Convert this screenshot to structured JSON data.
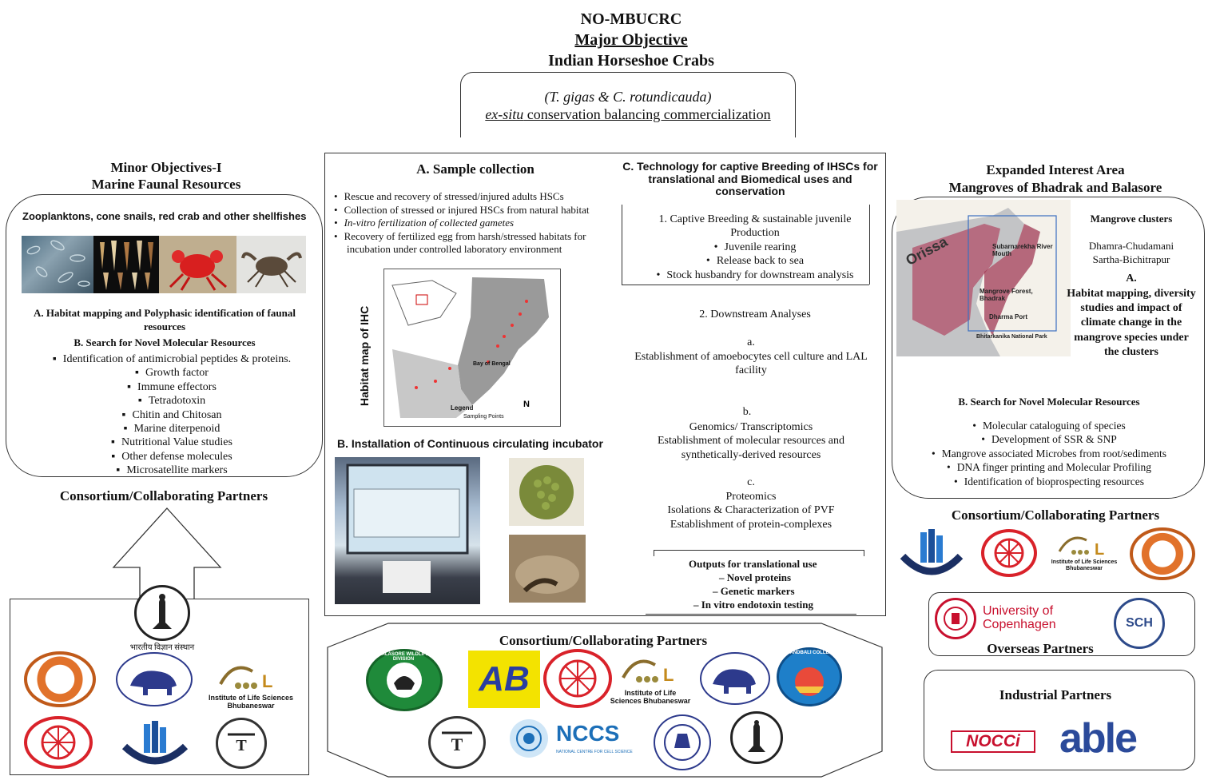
{
  "header": {
    "line1": "NO-MBUCRC",
    "line2": "Major Objective",
    "line3": "Indian Horseshoe Crabs",
    "species": "(T. gigas & C. rotundicauda)",
    "exsitu": "ex-situ",
    "goal_rest": " conservation balancing commercialization"
  },
  "left": {
    "title1": "Minor Objectives-I",
    "title2": "Marine Faunal Resources",
    "subtitle": "Zooplanktons, cone snails, red crab and other shellfishes",
    "a_heading": "A. Habitat mapping and Polyphasic identification of faunal resources",
    "b_heading": "B. Search for Novel Molecular  Resources",
    "items": [
      "Identification of antimicrobial peptides & proteins.",
      "Growth factor",
      "Immune effectors",
      "Tetradotoxin",
      "Chitin and Chitosan",
      "Marine diterpenoid",
      "Nutritional Value studies",
      "Other defense molecules",
      "Microsatellite markers"
    ],
    "partners_title": "Consortium/Collaborating Partners",
    "logo_caption_iisc": "भारतीय विज्ञान संस्थान",
    "logo_caption_ils": "Institute of Life Sciences Bhubaneswar"
  },
  "center": {
    "a_title": "A. Sample collection",
    "a_items": [
      "Rescue and recovery of stressed/injured adults HSCs",
      "Collection of stressed or injured HSCs from natural habitat",
      "In-vitro fertilization of collected gametes",
      "Recovery of fertilized egg from harsh/stressed habitats for incubation under controlled laboratory environment"
    ],
    "map_label": "Habitat map of IHC",
    "map_legend": "Legend",
    "map_sampling": "Sampling Points",
    "map_bay": "Bay of Bengal",
    "b_title": "B. Installation of Continuous circulating incubator",
    "c_title": "C. Technology for captive Breeding of IHSCs for translational and Biomedical uses and conservation",
    "c1_line1": "1. Captive Breeding &  sustainable juvenile",
    "c1_line2": "Production",
    "c1_items": [
      "Juvenile rearing",
      "Release back to sea",
      "Stock husbandry for downstream analysis"
    ],
    "c2": "2. Downstream Analyses",
    "ca_label": "a.",
    "ca_text": "Establishment of amoebocytes cell culture and LAL facility",
    "cb_label": "b.",
    "cb_line1": "Genomics/ Transcriptomics",
    "cb_line2": "Establishment of molecular resources and synthetically-derived resources",
    "cc_label": "c.",
    "cc_line1": "Proteomics",
    "cc_line2": "Isolations & Characterization of PVF",
    "cc_line3": "Establishment of protein-complexes",
    "out_title": "Outputs for translational use",
    "out_items": [
      "– Novel proteins",
      "– Genetic markers",
      "– In vitro endotoxin  testing"
    ]
  },
  "bottom": {
    "partners_title": "Consortium/Collaborating Partners",
    "balasore_text": "BALASORE WILDLIFE DIVISION",
    "ab_text": "AB",
    "chandbali_text": "CHANDBALI COLLEGE",
    "nccs_text": "NCCS",
    "nccs_sub": "NATIONAL CENTRE FOR CELL SCIENCE",
    "ils_caption": "Institute of Life Sciences Bhubaneswar"
  },
  "right": {
    "title1": "Expanded Interest Area",
    "title2": "Mangroves of Bhadrak and Balasore",
    "map_orissa": "Orissa",
    "map_l1": "Subarnarekha River Mouth",
    "map_l2": "Mangrove Forest, Bhadrak",
    "map_l3": "Dharma Port",
    "map_l4": "Bhitarkanika National Park",
    "clusters_title": "Mangrove clusters",
    "cluster1": "Dhamra-Chudamani",
    "cluster2": "Sartha-Bichitrapur",
    "a_label": "A.",
    "a_text": "Habitat mapping, diversity studies and impact of climate change in the mangrove species under the clusters",
    "b_heading": "B. Search for Novel Molecular  Resources",
    "items": [
      "Molecular cataloguing of species",
      "Development of  SSR & SNP",
      "Mangrove associated  Microbes  from root/sediments",
      "DNA finger printing and Molecular Profiling",
      "Identification of bioprospecting resources"
    ],
    "partners_title": "Consortium/Collaborating Partners",
    "ils_caption": "Institute of Life Sciences Bhubaneswar",
    "copenhagen1": "University of",
    "copenhagen2": "Copenhagen",
    "sch_text": "SCH",
    "overseas": "Overseas Partners",
    "industrial": "Industrial Partners",
    "nocci": "NOCCi",
    "able": "able"
  },
  "colors": {
    "accent_red": "#c8102e",
    "nccs_blue": "#1c6fb8",
    "able_blue": "#2b4a9a",
    "balasore_green": "#1f8a3a"
  }
}
